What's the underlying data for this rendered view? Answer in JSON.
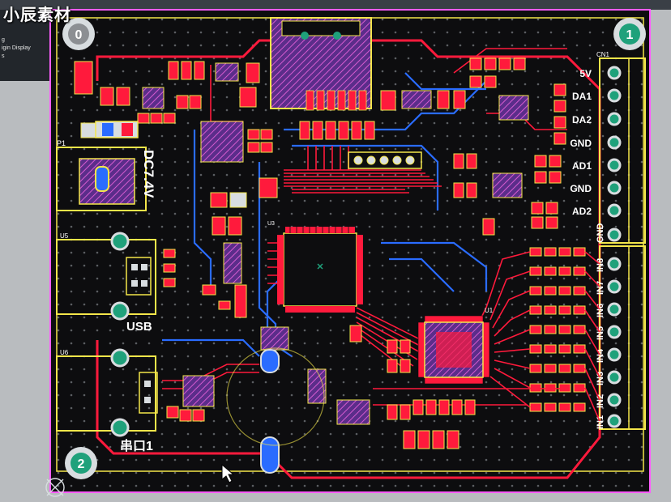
{
  "watermark": "小辰素材",
  "panel": {
    "line1": "g",
    "line2": "igin Display",
    "line3": "s"
  },
  "labels": {
    "power": "DC7.4V",
    "usb": "USB",
    "serial": "串口1",
    "hole_0": "0",
    "hole_1": "1",
    "hole_2": "2",
    "cn1": "CN1",
    "p1": "P1",
    "u5": "U5",
    "u6": "U6",
    "u1": "U1",
    "u3": "U3"
  },
  "connector_pins": [
    "5V",
    "DA1",
    "DA2",
    "GND",
    "AD1",
    "GND",
    "AD2",
    "GND"
  ],
  "input_pins": [
    "IN8",
    "IN7",
    "IN6",
    "IN5",
    "IN4",
    "IN3",
    "IN2",
    "IN1"
  ],
  "colors": {
    "board": "#0d0d0f",
    "trace_top": "#ff1a3c",
    "trace_bottom": "#2a6cff",
    "silk": "#f4e64a",
    "pad": "#e8d84a",
    "hatch": "#7a2fa0",
    "outline": "#ff5cff"
  },
  "icons": {
    "cursor": "arrow-cursor-icon",
    "origin": "origin-marker-icon"
  }
}
